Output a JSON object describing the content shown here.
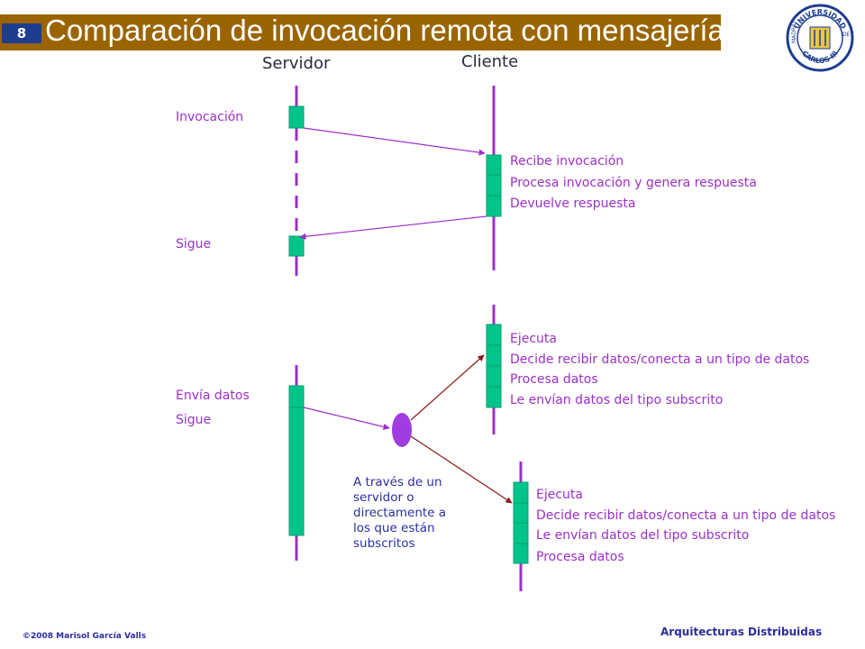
{
  "slide": {
    "number": "8",
    "title": "Comparación de invocación remota con mensajería"
  },
  "headers": {
    "server": "Servidor",
    "client": "Cliente"
  },
  "labels": {
    "invocacion": "Invocación",
    "sigue1": "Sigue",
    "envia_datos": "Envía datos",
    "sigue2": "Sigue",
    "recibe": "Recibe invocación",
    "procesa": "Procesa invocación y genera respuesta",
    "devuelve": "Devuelve respuesta",
    "c1_ejecuta": "Ejecuta",
    "c1_decide": "Decide recibir datos/conecta a un tipo de datos",
    "c1_procesa": "Procesa datos",
    "c1_envian": "Le envían datos del tipo subscrito",
    "c2_ejecuta": "Ejecuta",
    "c2_decide": "Decide recibir datos/conecta a un tipo de datos",
    "c2_envian": "Le envían datos del tipo subscrito",
    "c2_procesa": "Procesa datos"
  },
  "note": "A través de un servidor o directamente a los que están subscritos",
  "footer": {
    "copyright": "©2008  Marisol García Valls",
    "course": "Arquitecturas  Distribuidas"
  },
  "seal": {
    "text_top": "UNIVERSIDAD",
    "text_bottom": "CARLOS III",
    "text_left": "MADRID",
    "text_right": "DE"
  },
  "colors": {
    "title_bar": "#9a6500",
    "slide_number_bg": "#1e3d8f",
    "lifeline": "#9b30c8",
    "activation": "#00c48a",
    "label_text": "#9b30c8",
    "note_text": "#2d2d9e",
    "arrow_dark": "#8b1a1a"
  }
}
